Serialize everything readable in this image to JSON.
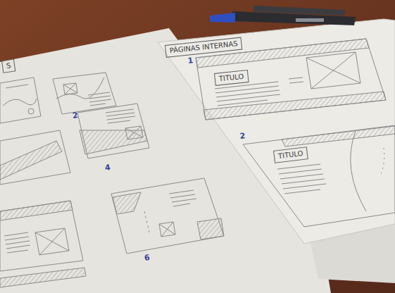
{
  "diagram": {
    "nodes": [
      {
        "text": [
          "S"
        ]
      },
      {
        "text": [
          "PÁGINAS INTERNAS"
        ]
      },
      {
        "text": [
          "TITULO"
        ]
      },
      {
        "text": [
          "TITULO"
        ]
      }
    ],
    "labels": [
      "2",
      "4",
      "6",
      "1",
      "2"
    ]
  }
}
